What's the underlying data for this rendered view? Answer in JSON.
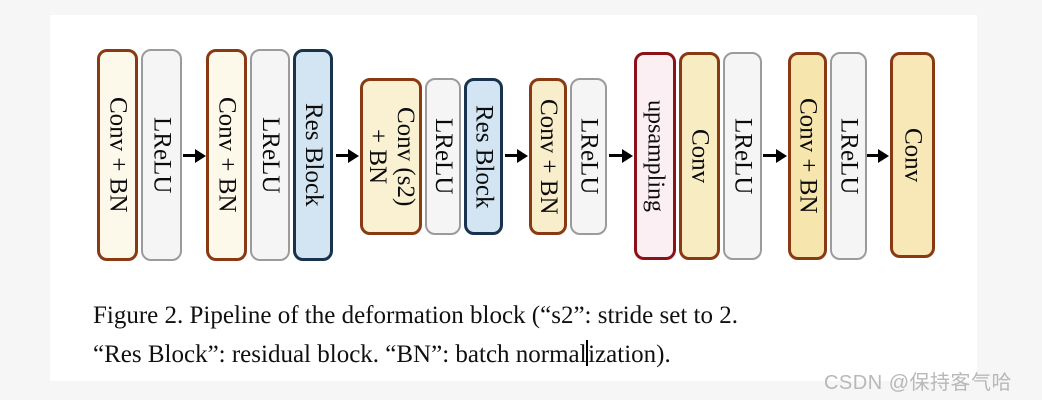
{
  "figure": {
    "caption": {
      "line1": "Figure 2. Pipeline of the deformation block (“s2”: stride set to 2.",
      "line2_before_caret": "“Res Block”: residual block. “BN”: batch normal",
      "line2_after_caret": "ization)."
    },
    "watermark": "CSDN @保持客气哈"
  },
  "diagram": {
    "groups": [
      {
        "blocks": [
          {
            "label": "Conv + BN",
            "type": "conv-light"
          },
          {
            "label": "LReLU",
            "type": "lrelu"
          }
        ]
      },
      {
        "blocks": [
          {
            "label": "Conv + BN",
            "type": "conv-light"
          },
          {
            "label": "LReLU",
            "type": "lrelu"
          },
          {
            "label": "Res Block",
            "type": "res"
          }
        ]
      },
      {
        "blocks": [
          {
            "label": "Conv (s2)\n+ BN",
            "type": "conv-s2"
          },
          {
            "label": "LReLU",
            "type": "lrelu"
          },
          {
            "label": "Res Block",
            "type": "res"
          }
        ]
      },
      {
        "blocks": [
          {
            "label": "Conv + BN",
            "type": "conv-d"
          },
          {
            "label": "LReLU",
            "type": "lrelu"
          }
        ]
      },
      {
        "blocks": [
          {
            "label": "upsampling",
            "type": "upsampling"
          },
          {
            "label": "Conv",
            "type": "conv-mid"
          },
          {
            "label": "LReLU",
            "type": "lrelu"
          }
        ]
      },
      {
        "blocks": [
          {
            "label": "Conv + BN",
            "type": "conv-deep"
          },
          {
            "label": "LReLU",
            "type": "lrelu"
          }
        ]
      },
      {
        "blocks": [
          {
            "label": "Conv",
            "type": "conv-last"
          }
        ]
      }
    ],
    "palette": {
      "conv_border": "#8a3a12",
      "conv_fill_light": "#fdf9ea",
      "conv_fill_deep": "#f6e5ad",
      "lrelu_fill": "#f5f5f6",
      "lrelu_border": "#9b9b9b",
      "res_fill": "#d3e5f2",
      "res_border": "#17334e",
      "upsampling_fill": "#fbeff3",
      "upsampling_border": "#8c1118",
      "arrow": "#000000",
      "page_background": "#f6f6f7",
      "content_background": "#ffffff"
    }
  }
}
